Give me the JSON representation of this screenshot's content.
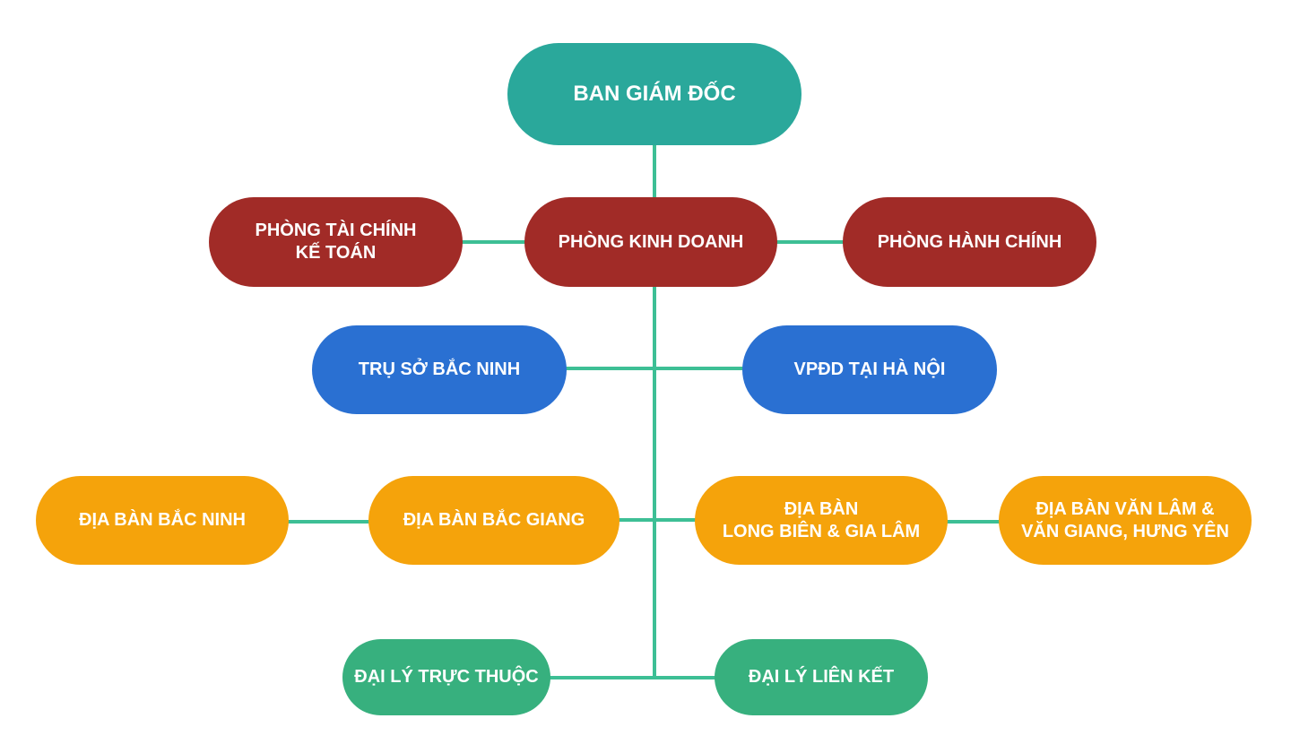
{
  "diagram": {
    "type": "org-chart",
    "connector_color": "#3dbf95",
    "nodes": {
      "board": {
        "lines": [
          "BAN GIÁM ĐỐC"
        ],
        "color": "#2aa89b"
      },
      "finance": {
        "lines": [
          "PHÒNG TÀI CHÍNH",
          "KẾ TOÁN"
        ],
        "color": "#a12b27"
      },
      "sales": {
        "lines": [
          "PHÒNG KINH DOANH"
        ],
        "color": "#a12b27"
      },
      "admin": {
        "lines": [
          "PHÒNG HÀNH CHÍNH"
        ],
        "color": "#a12b27"
      },
      "hq": {
        "lines": [
          "TRỤ SỞ BẮC NINH"
        ],
        "color": "#2a70d2"
      },
      "rep": {
        "lines": [
          "VPĐD TẠI HÀ NỘI"
        ],
        "color": "#2a70d2"
      },
      "bn": {
        "lines": [
          "ĐỊA BÀN BẮC NINH"
        ],
        "color": "#f5a30b"
      },
      "bg": {
        "lines": [
          "ĐỊA BÀN BẮC GIANG"
        ],
        "color": "#f5a30b"
      },
      "lb": {
        "lines": [
          "ĐỊA BÀN",
          "LONG BIÊN & GIA LÂM"
        ],
        "color": "#f5a30b"
      },
      "vl": {
        "lines": [
          "ĐỊA BÀN VĂN LÂM &",
          "VĂN GIANG, HƯNG YÊN"
        ],
        "color": "#f5a30b"
      },
      "direct": {
        "lines": [
          "ĐẠI LÝ TRỰC THUỘC"
        ],
        "color": "#37b07e"
      },
      "linked": {
        "lines": [
          "ĐẠI LÝ LIÊN KẾT"
        ],
        "color": "#37b07e"
      }
    },
    "edges": [
      [
        "board",
        "sales"
      ],
      [
        "sales",
        "finance"
      ],
      [
        "sales",
        "admin"
      ],
      [
        "sales",
        "hq"
      ],
      [
        "sales",
        "rep"
      ],
      [
        "sales",
        "bg"
      ],
      [
        "sales",
        "lb"
      ],
      [
        "bg",
        "bn"
      ],
      [
        "lb",
        "vl"
      ],
      [
        "sales",
        "direct"
      ],
      [
        "sales",
        "linked"
      ]
    ]
  }
}
